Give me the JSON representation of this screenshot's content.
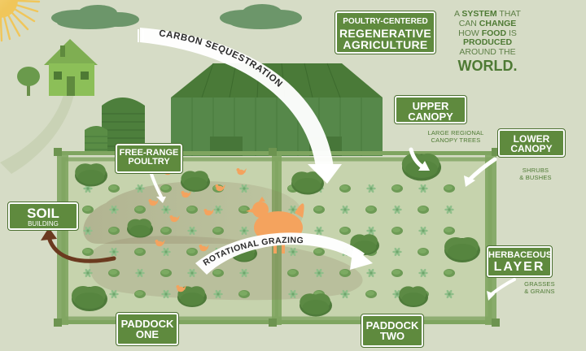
{
  "title": {
    "line1": "POULTRY-CENTERED",
    "line2": "REGENERATIVE",
    "line3": "AGRICULTURE"
  },
  "tagline": {
    "w1": "A",
    "w2": "SYSTEM",
    "w3": "THAT",
    "w4": "CAN",
    "w5": "CHANGE",
    "w6": "HOW",
    "w7": "FOOD",
    "w8": "IS",
    "w9": "PRODUCED",
    "w10": "AROUND THE",
    "w11": "WORLD."
  },
  "arrows": {
    "carbon": "CARBON SEQUESTRATION",
    "grazing": "ROTATIONAL GRAZING"
  },
  "labels": {
    "upper_canopy": {
      "line1": "UPPER",
      "line2": "CANOPY",
      "note1": "LARGE REGIONAL",
      "note2": "CANOPY TREES"
    },
    "lower_canopy": {
      "line1": "LOWER",
      "line2": "CANOPY",
      "note1": "SHRUBS",
      "note2": "& BUSHES"
    },
    "soil": {
      "line1": "SOIL",
      "line2": "BUILDING"
    },
    "herbaceous": {
      "line1": "HERBACEOUS",
      "line2": "LAYER",
      "note1": "GRASSES",
      "note2": "& GRAINS"
    },
    "free_range": {
      "line1": "FREE-RANGE",
      "line2": "POULTRY"
    },
    "paddock_one": {
      "line1": "PADDOCK",
      "line2": "ONE"
    },
    "paddock_two": {
      "line1": "PADDOCK",
      "line2": "TWO"
    }
  },
  "colors": {
    "background": "#d6dcc6",
    "dark_green": "#4e7a34",
    "label_green": "#5f8a3e",
    "shrub_green": "#5c8a44",
    "plant_green": "#8fbf8a",
    "chicken_orange": "#f4a35e",
    "soil_brown": "#6b3a1f",
    "sun": "#f3cf6d"
  }
}
